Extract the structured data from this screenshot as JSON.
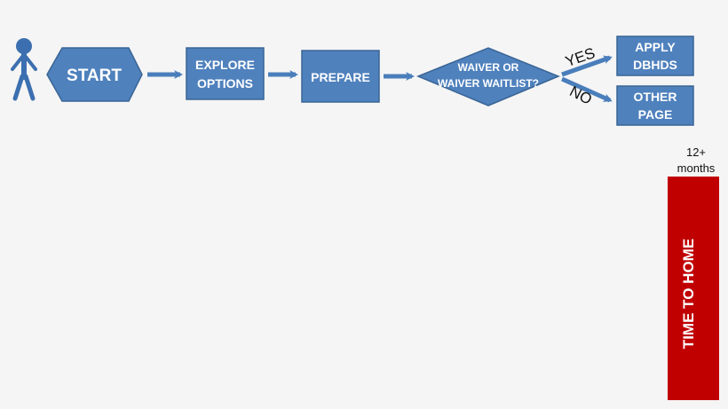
{
  "colors": {
    "shape_fill": "#4f81bd",
    "shape_stroke": "#3a6595",
    "arrow": "#4a7ebb",
    "person": "#3c6fb0",
    "bar_fill": "#c00000",
    "background": "#f5f5f5",
    "label_text": "#ffffff"
  },
  "flow": {
    "start_label": "START",
    "explore_line1": "EXPLORE",
    "explore_line2": "OPTIONS",
    "prepare_label": "PREPARE",
    "decision_line1": "WAIVER OR",
    "decision_line2": "WAIVER WAITLIST?",
    "yes_label": "YES",
    "no_label": "NO",
    "apply_line1": "APPLY",
    "apply_line2": "DBHDS",
    "other_line1": "OTHER",
    "other_line2": "PAGE"
  },
  "timeline": {
    "duration_line1": "12+",
    "duration_line2": "months",
    "bar_label": "TIME TO HOME"
  }
}
